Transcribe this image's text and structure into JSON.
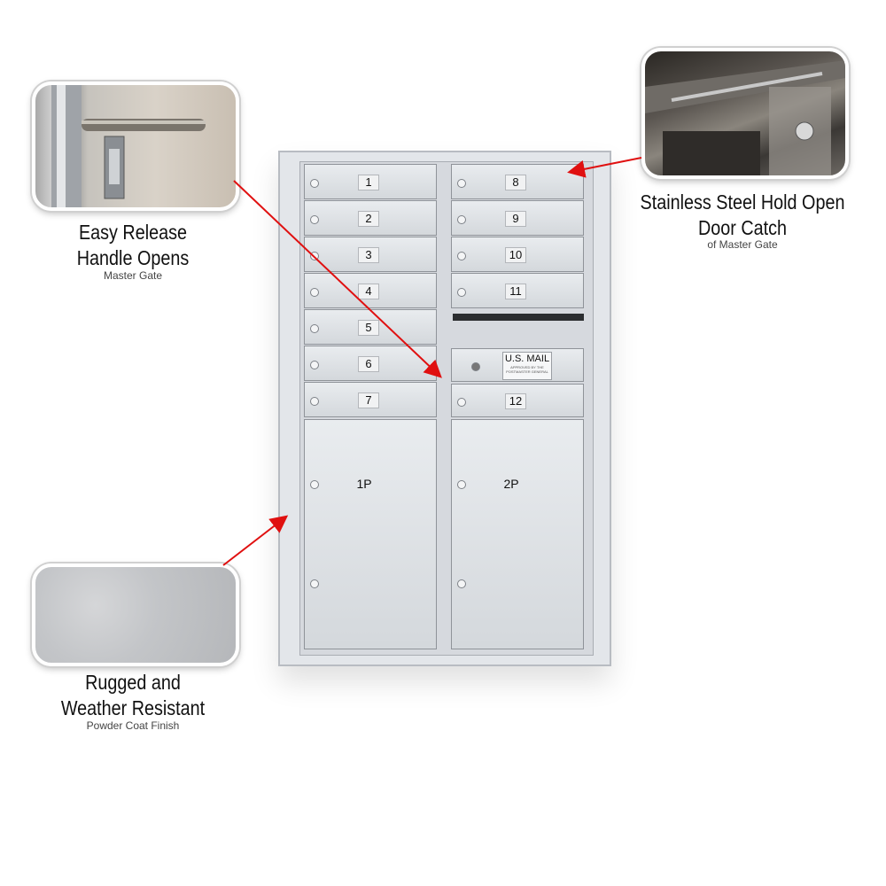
{
  "callouts": {
    "handle": {
      "title_line1": "Easy Release",
      "title_line2": "Handle Opens",
      "subtitle": "Master Gate"
    },
    "catch": {
      "title_line1": "Stainless Steel Hold Open",
      "title_line2": "Door Catch",
      "subtitle": "of Master Gate"
    },
    "powder": {
      "title_line1": "Rugged and",
      "title_line2": "Weather Resistant",
      "subtitle": "Powder Coat Finish"
    }
  },
  "mailbox": {
    "left_doors": [
      "1",
      "2",
      "3",
      "4",
      "5",
      "6",
      "7"
    ],
    "right_doors": [
      "8",
      "9",
      "10",
      "11"
    ],
    "right_lower_door": "12",
    "parcel_left": "1P",
    "parcel_right": "2P",
    "usmail_label": "U.S. MAIL",
    "usmail_small": "APPROVED BY THE POSTMASTER GENERAL"
  },
  "colors": {
    "arrow": "#e01010"
  }
}
